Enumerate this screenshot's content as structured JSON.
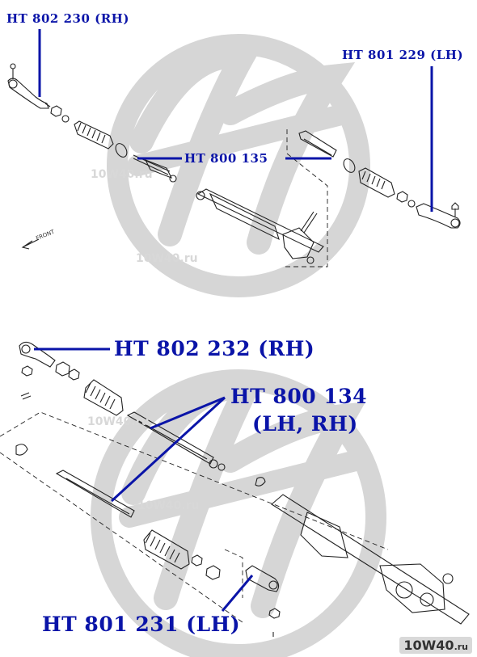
{
  "top_diagram": {
    "labels": {
      "rh_tie_rod_end": "HT 802 230 (RH)",
      "lh_tie_rod_end": "HT 801 229 (LH)",
      "inner_tie_rod": "HT 800 135"
    },
    "front_marker": "FRONT"
  },
  "bottom_diagram": {
    "labels": {
      "rh_tie_rod_end": "HT 802 232 (RH)",
      "inner_tie_rod_line1": "HT 800 134",
      "inner_tie_rod_line2": "(LH, RH)",
      "lh_tie_rod_end": "HT 801 231 (LH)"
    }
  },
  "watermark": {
    "brand": "10W40",
    "suffix": ".ru",
    "colors": {
      "logo": "#d6d6d6",
      "label": "#0a14a8",
      "drawing": "#222222"
    }
  }
}
